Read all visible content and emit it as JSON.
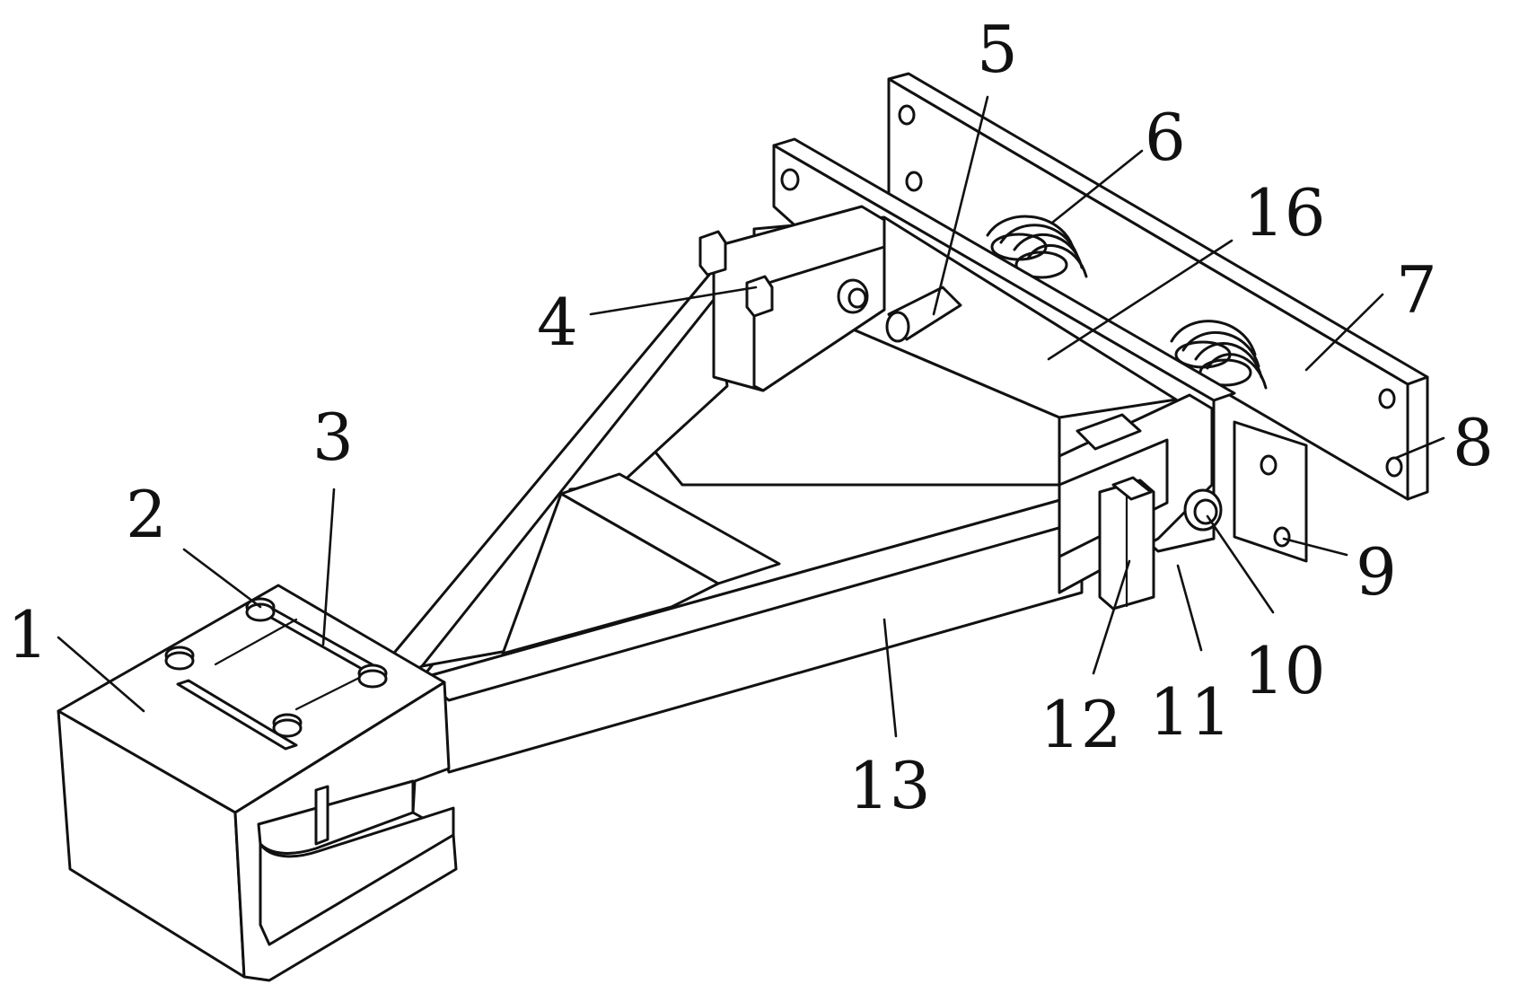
{
  "figure": {
    "background": "#ffffff",
    "stroke_color": "#111111",
    "labels": [
      {
        "id": "1",
        "text": "1"
      },
      {
        "id": "2",
        "text": "2"
      },
      {
        "id": "3",
        "text": "3"
      },
      {
        "id": "4",
        "text": "4"
      },
      {
        "id": "5",
        "text": "5"
      },
      {
        "id": "6",
        "text": "6"
      },
      {
        "id": "16",
        "text": "16"
      },
      {
        "id": "7",
        "text": "7"
      },
      {
        "id": "8",
        "text": "8"
      },
      {
        "id": "9",
        "text": "9"
      },
      {
        "id": "10",
        "text": "10"
      },
      {
        "id": "11",
        "text": "11"
      },
      {
        "id": "12",
        "text": "12"
      },
      {
        "id": "13",
        "text": "13"
      }
    ]
  }
}
